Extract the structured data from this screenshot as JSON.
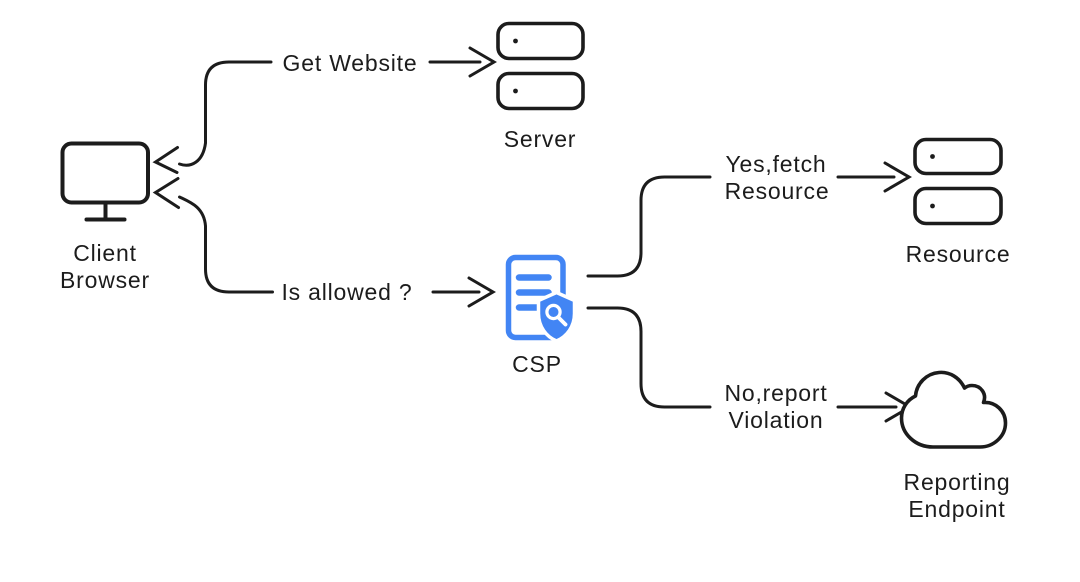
{
  "diagram": {
    "colors": {
      "background": "#ffffff",
      "line": "#1c1c1c",
      "accent_blue": "#4285f4"
    },
    "nodes": {
      "client_browser": {
        "icon": "monitor-icon",
        "label_line1": "Client",
        "label_line2": "Browser"
      },
      "server": {
        "icon": "server-icon",
        "label": "Server"
      },
      "csp": {
        "icon": "csp-document-shield-icon",
        "label": "CSP"
      },
      "resource": {
        "icon": "resource-server-icon",
        "label": "Resource"
      },
      "reporting_endpoint": {
        "icon": "cloud-icon",
        "label_line1": "Reporting",
        "label_line2": "Endpoint"
      }
    },
    "edges": {
      "get_website": {
        "label": "Get Website",
        "from": "client_browser",
        "to": "server"
      },
      "is_allowed": {
        "label": "Is allowed ?",
        "from": "client_browser",
        "to": "csp"
      },
      "yes_fetch_resource": {
        "label_line1": "Yes,fetch",
        "label_line2": "Resource",
        "from": "csp",
        "to": "resource"
      },
      "no_report_violation": {
        "label_line1": "No,report",
        "label_line2": "Violation",
        "from": "csp",
        "to": "reporting_endpoint"
      }
    }
  }
}
